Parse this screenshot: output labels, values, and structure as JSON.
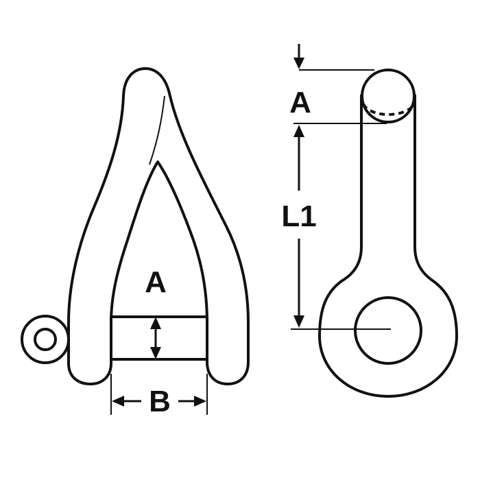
{
  "labels": {
    "left_gap_height": "A",
    "left_width": "B",
    "right_pin_diameter": "A",
    "right_length": "L1"
  },
  "colors": {
    "line": "#111111",
    "background": "#ffffff"
  }
}
